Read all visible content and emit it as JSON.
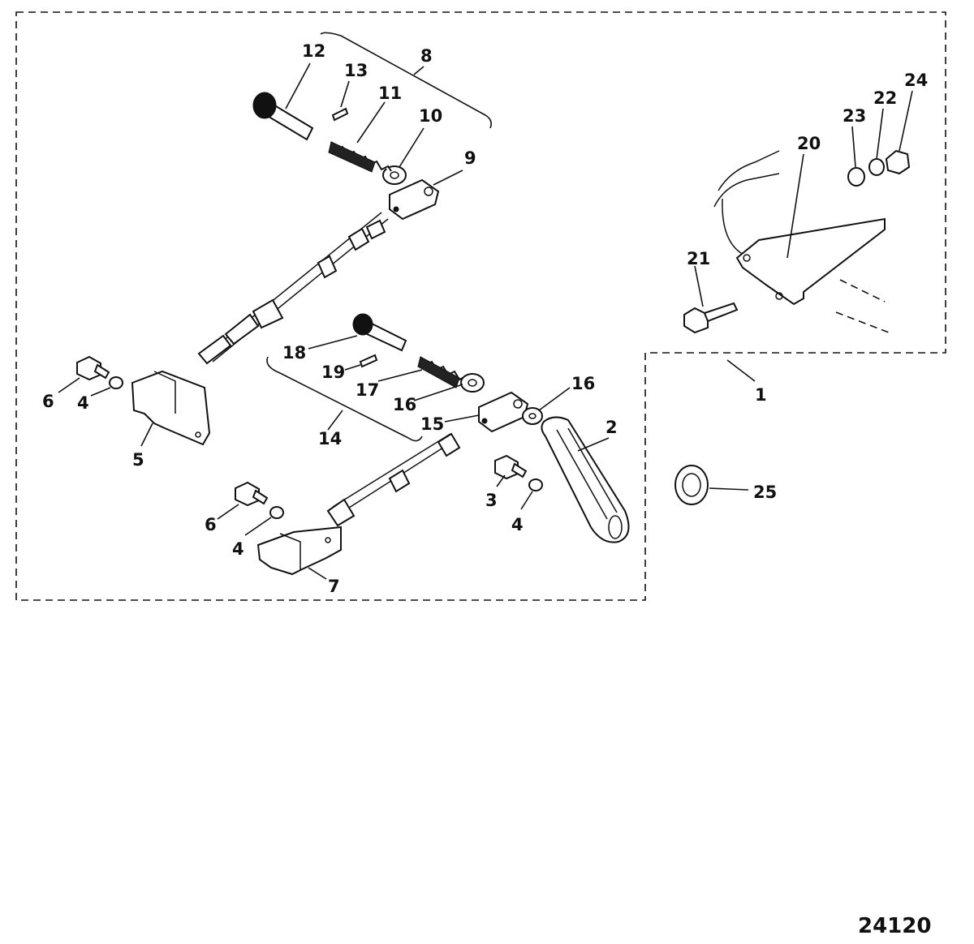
{
  "diagram": {
    "figure_number": "24120",
    "callouts": {
      "c1": "1",
      "c2": "2",
      "c3": "3",
      "c4a": "4",
      "c4b": "4",
      "c4c": "4",
      "c5": "5",
      "c6a": "6",
      "c6b": "6",
      "c7": "7",
      "c8": "8",
      "c9": "9",
      "c10": "10",
      "c11": "11",
      "c12": "12",
      "c13": "13",
      "c14": "14",
      "c15": "15",
      "c16a": "16",
      "c16b": "16",
      "c17": "17",
      "c18": "18",
      "c19": "19",
      "c20": "20",
      "c21": "21",
      "c22": "22",
      "c23": "23",
      "c24": "24",
      "c25": "25"
    }
  }
}
